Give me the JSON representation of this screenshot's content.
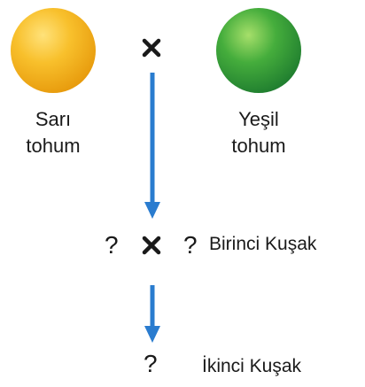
{
  "parents": {
    "left": {
      "line1": "Sarı",
      "line2": "tohum",
      "color": "#f6b31a"
    },
    "right": {
      "line1": "Yeşil",
      "line2": "tohum",
      "color": "#3aa23b"
    },
    "cross_symbol": "×"
  },
  "first_generation": {
    "left_unknown": "?",
    "cross_symbol": "×",
    "right_unknown": "?",
    "label": "Birinci Kuşak"
  },
  "second_generation": {
    "unknown": "?",
    "label": "İkinci Kuşak"
  },
  "colors": {
    "arrow": "#2a7ccf",
    "cross_mark": "#1a1a1a"
  },
  "icons": [
    "cross-icon",
    "down-arrow-icon"
  ]
}
